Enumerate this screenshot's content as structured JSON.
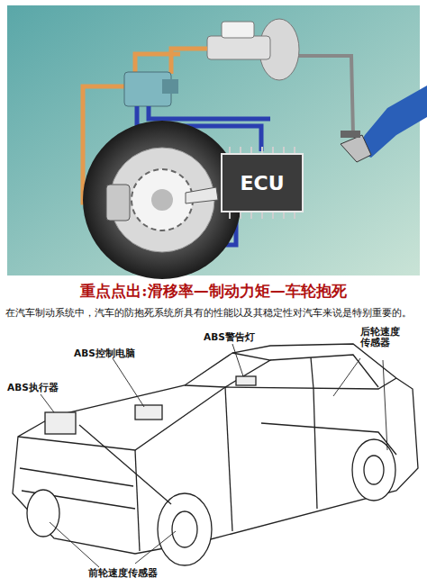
{
  "diagram": {
    "title": "重点点出:滑移率—制动力矩—车轮抱死",
    "caption": "在汽车制动系统中，汽车的防抱死系统所具有的性能以及其稳定性对汽车来说是特别重要的。",
    "nodes": [
      {
        "text": [
          "ECU"
        ]
      }
    ],
    "labels": [
      "ABS控制电脑",
      "ABS警告灯",
      "后轮速度传感器",
      "ABS执行器",
      "前轮速度传感器"
    ]
  }
}
